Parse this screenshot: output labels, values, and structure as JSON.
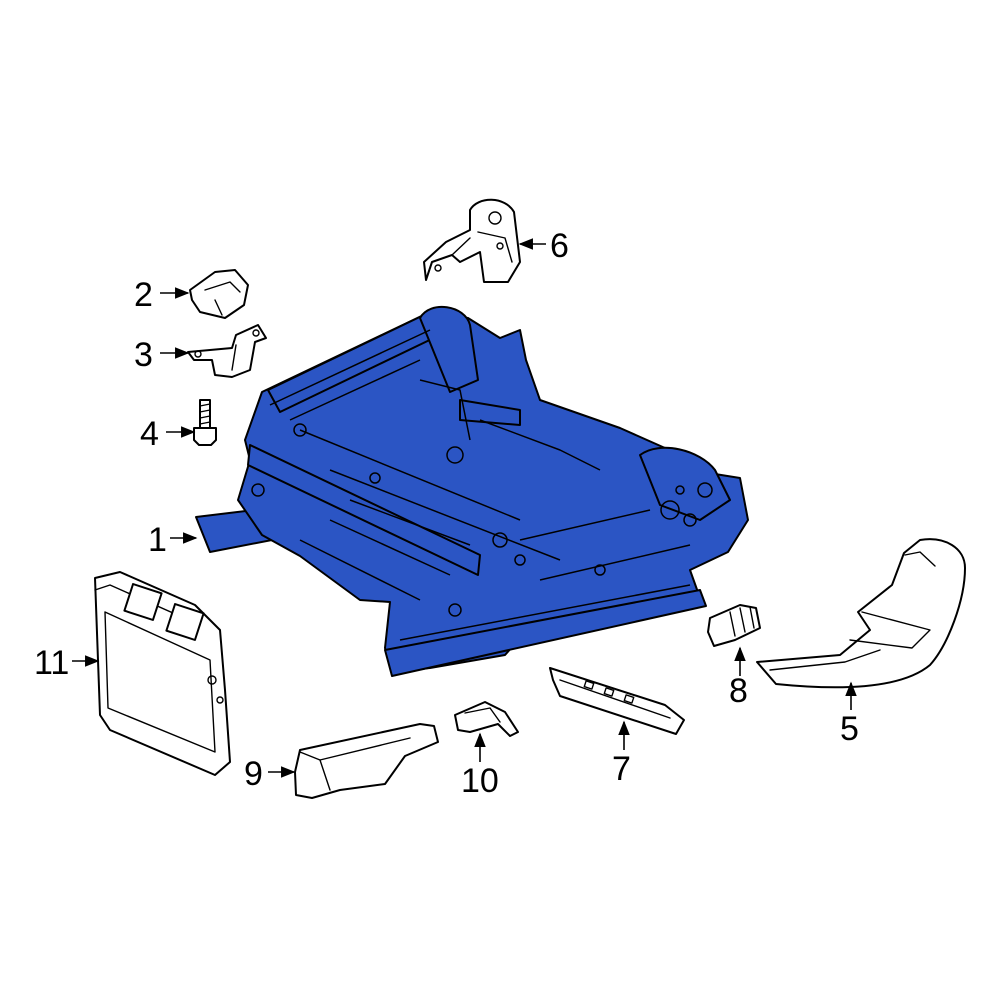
{
  "colors": {
    "highlight": "#2b55c4",
    "outline": "#000000",
    "background": "#ffffff"
  },
  "callouts": [
    {
      "id": "1",
      "label": "1"
    },
    {
      "id": "2",
      "label": "2"
    },
    {
      "id": "3",
      "label": "3"
    },
    {
      "id": "4",
      "label": "4"
    },
    {
      "id": "5",
      "label": "5"
    },
    {
      "id": "6",
      "label": "6"
    },
    {
      "id": "7",
      "label": "7"
    },
    {
      "id": "8",
      "label": "8"
    },
    {
      "id": "9",
      "label": "9"
    },
    {
      "id": "10",
      "label": "10"
    },
    {
      "id": "11",
      "label": "11"
    }
  ]
}
